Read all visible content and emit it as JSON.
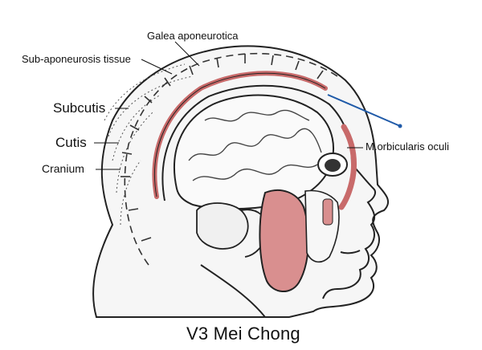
{
  "labels": {
    "galea": "Galea aponeurotica",
    "subaponeurosis": "Sub-aponeurosis tissue",
    "subcutis": "Subcutis",
    "cutis": "Cutis",
    "cranium": "Cranium",
    "orbicularis": "M.orbicularis oculi"
  },
  "caption": "V3 Mei Chong",
  "colors": {
    "muscle": "#d98f8f",
    "outline": "#222222",
    "needle": "#1f5aa8"
  }
}
